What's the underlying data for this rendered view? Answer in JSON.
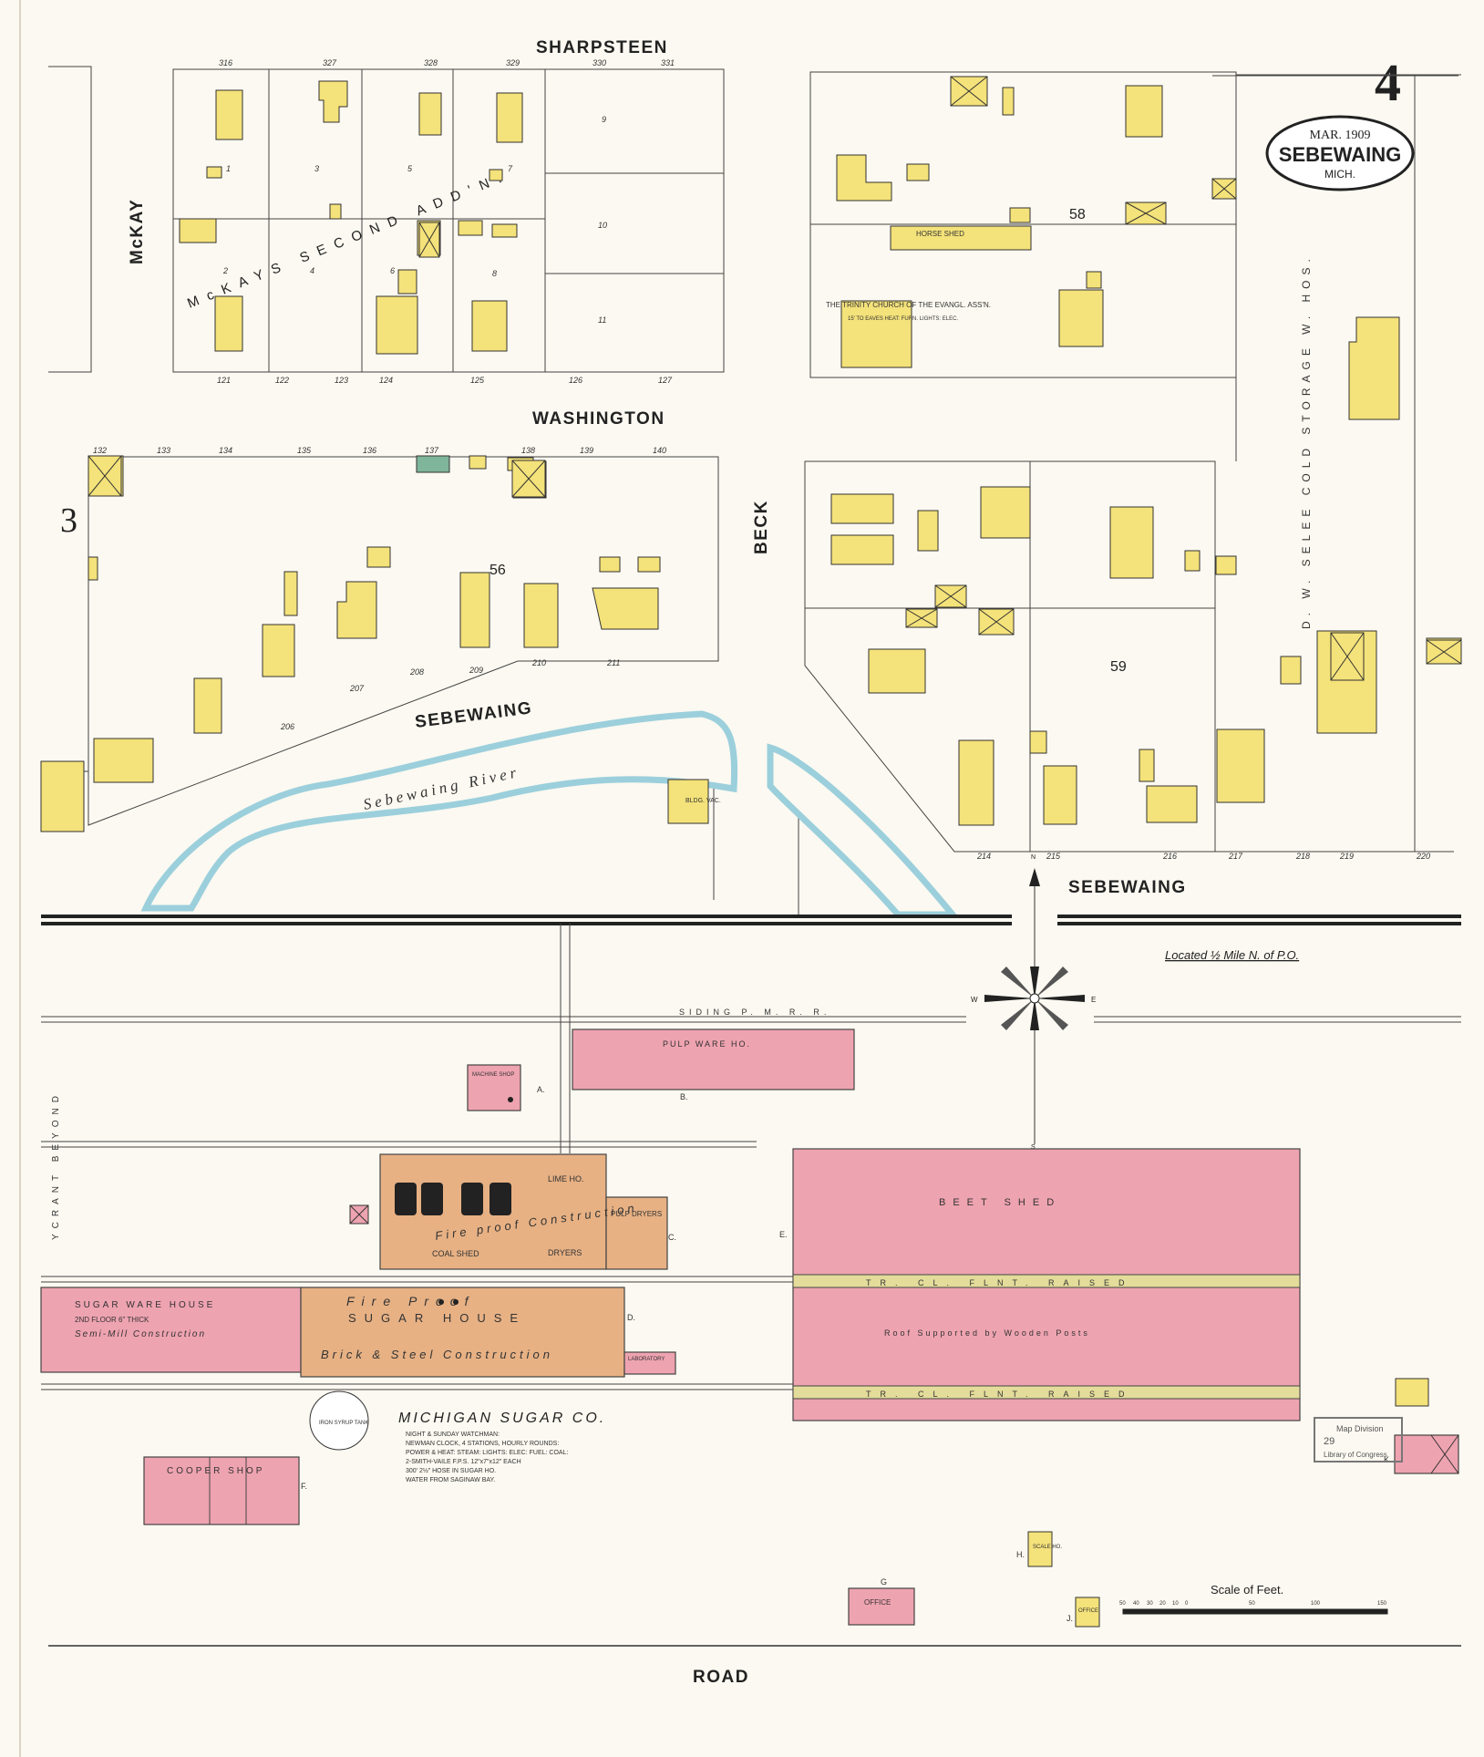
{
  "sheet": {
    "number": "4",
    "adjacent_sheet": "3",
    "cartouche": {
      "date": "MAR. 1909",
      "town": "SEBEWAING",
      "state": "MICH."
    },
    "located_note": "Located ½ Mile N. of P.O.",
    "north_arrow_letters": {
      "n": "N",
      "s": "S",
      "w": "W",
      "e": "E"
    }
  },
  "streets": {
    "sharpsteen": "SHARPSTEEN",
    "washington": "WASHINGTON",
    "mckay": "McKAY",
    "beck": "BECK",
    "sebewaing_upper": "SEBEWAING",
    "sebewaing_right": "SEBEWAING",
    "road": "ROAD",
    "ycrant_beyond": "YCRANT BEYOND",
    "siding": "SIDING P. M. R. R."
  },
  "waterways": {
    "river": "Sebewaing River"
  },
  "blocks": {
    "b56": "56",
    "b58": "58",
    "b59": "59"
  },
  "additions": {
    "mckays_second": "McKAYS SECOND ADD'N."
  },
  "lot_numbers": {
    "l1": "1",
    "l2": "2",
    "l3": "3",
    "l4": "4",
    "l5": "5",
    "l6": "6",
    "l7": "7",
    "l8": "8",
    "l9": "9",
    "l10": "10",
    "l11": "11"
  },
  "house_numbers_top": [
    "316",
    "327",
    "328",
    "329",
    "330",
    "331"
  ],
  "house_numbers_bottom": [
    "121",
    "122",
    "123",
    "124",
    "125",
    "126",
    "127"
  ],
  "house_numbers_wash": [
    "132",
    "133",
    "134",
    "135",
    "136",
    "137",
    "138",
    "139",
    "140"
  ],
  "house_numbers_seb": [
    "206",
    "207",
    "208",
    "209",
    "210",
    "211"
  ],
  "house_numbers_right": [
    "214",
    "215",
    "216",
    "217",
    "218",
    "219",
    "220"
  ],
  "labels": {
    "church": "THE TRINITY CHURCH OF THE EVANGL. ASS'N.",
    "church_detail": "15' TO EAVES HEAT: FURN. LIGHTS: ELEC.",
    "horse_shed": "HORSE SHED",
    "cold_storage": "D. W. SELEE COLD STORAGE W. HOS.",
    "pulp_ware": "PULP WARE HO.",
    "machine_shop": "MACHINE SHOP",
    "beet_shed": "BEET SHED",
    "beet_shed_mid": "Roof Supported by Wooden Posts",
    "tr_cl_1": "TR. CL. FLNT. RAISED",
    "tr_cl_2": "TR. CL. FLNT. RAISED",
    "lime_ho": "LIME HO.",
    "pulp_dryers": "PULP DRYERS",
    "fire_proof_1": "Fire proof Construction",
    "coal_shed": "COAL SHED",
    "dryers": "DRYERS",
    "sugar_ware": "SUGAR WARE HOUSE",
    "sugar_ware_2": "2ND FLOOR 6\" THICK",
    "sugar_ware_3": "Semi-Mill Construction",
    "sugar_house_1": "Fire Proof",
    "sugar_house_2": "SUGAR HOUSE",
    "sugar_house_3": "Brick & Steel Construction",
    "laboratory": "LABORATORY",
    "company": "MICHIGAN SUGAR CO.",
    "company_note": [
      "NIGHT & SUNDAY WATCHMAN:",
      "NEWMAN CLOCK, 4 STATIONS, HOURLY ROUNDS:",
      "POWER & HEAT: STEAM: LIGHTS: ELEC: FUEL: COAL:",
      "2-SMITH-VAILE F.P.S. 12\"x7\"x12\" EACH",
      "300' 2½\" HOSE IN SUGAR HO.",
      "WATER FROM SAGINAW BAY."
    ],
    "syrup_tank": "IRON SYRUP TANK",
    "cooper_shop": "COOPER SHOP",
    "office": "OFFICE",
    "scale_ho": "SCALE HO.",
    "office_small": "OFFICE",
    "bldg_vac": "BLDG. VAC.",
    "library_stamp_1": "Map Division",
    "library_stamp_2": "Library of Congress",
    "library_stamp_num": "29",
    "scale": "Scale of Feet.",
    "scale_ticks": [
      "50",
      "40",
      "30",
      "20",
      "10",
      "0",
      "50",
      "100",
      "150"
    ],
    "letter_a": "A.",
    "letter_b": "B.",
    "letter_c": "C.",
    "letter_d": "D.",
    "letter_e": "E.",
    "letter_f": "F.",
    "letter_g": "G",
    "letter_h": "H.",
    "letter_j": "J.",
    "letter_k": "K."
  },
  "colors": {
    "paper": "#fbf9f1",
    "frame_dwelling": "#f4e27a",
    "brick": "#eea3b0",
    "fireproof": "#e7b184",
    "water": "#9ccfdc",
    "outbuilding_green": "#7fb59a"
  }
}
